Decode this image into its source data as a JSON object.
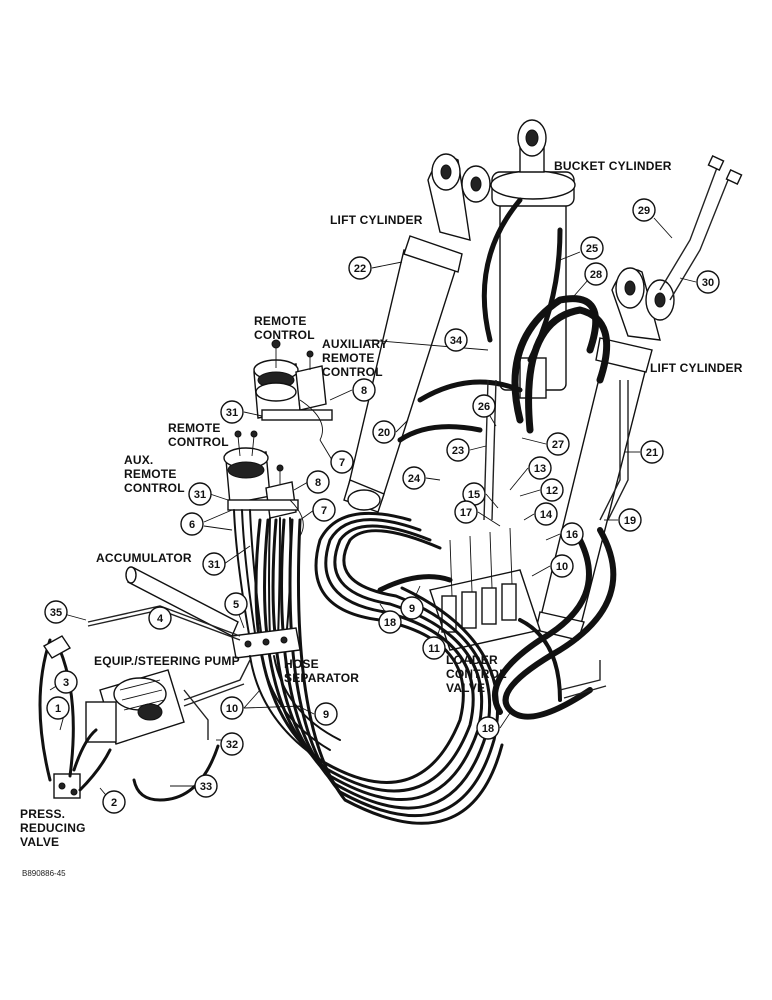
{
  "labels": {
    "bucket_cylinder": "BUCKET CYLINDER",
    "lift_cylinder_left": "LIFT CYLINDER",
    "lift_cylinder_right": "LIFT CYLINDER",
    "remote_control_upper": [
      "REMOTE",
      "CONTROL"
    ],
    "aux_remote_control_upper": [
      "AUXILIARY",
      "REMOTE",
      "CONTROL"
    ],
    "remote_control_lower": [
      "REMOTE",
      "CONTROL"
    ],
    "aux_remote_control_lower": [
      "AUX.",
      "REMOTE",
      "CONTROL"
    ],
    "accumulator": "ACCUMULATOR",
    "pump": "EQUIP./STEERING PUMP",
    "hose_separator": [
      "HOSE",
      "SEPARATOR"
    ],
    "loader_control_valve": [
      "LOADER",
      "CONTROL",
      "VALVE"
    ],
    "press_reducing_valve": [
      "PRESS.",
      "REDUCING",
      "VALVE"
    ]
  },
  "callouts": [
    "25",
    "29",
    "30",
    "28",
    "22",
    "34",
    "26",
    "23",
    "27",
    "20",
    "21",
    "24",
    "13",
    "12",
    "15",
    "14",
    "17",
    "16",
    "19",
    "10",
    "9",
    "18",
    "11",
    "18",
    "8",
    "7",
    "31",
    "8",
    "7",
    "31",
    "6",
    "31",
    "5",
    "4",
    "35",
    "3",
    "1",
    "10",
    "9",
    "32",
    "33",
    "2"
  ],
  "figure_id": "B890886-45"
}
